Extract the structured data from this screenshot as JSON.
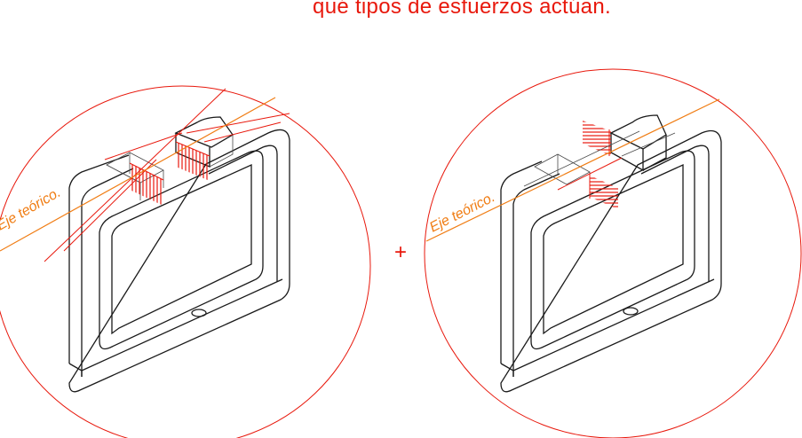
{
  "heading": "qué tipos de esfuerzos actúan.",
  "left_panel": {
    "axis_label": "Eje teórico."
  },
  "operator": "+",
  "right_panel": {
    "axis_label": "Eje teórico."
  },
  "colors": {
    "stress": "#e8180c",
    "axis": "#f07d14",
    "line": "#1a1a1a"
  }
}
